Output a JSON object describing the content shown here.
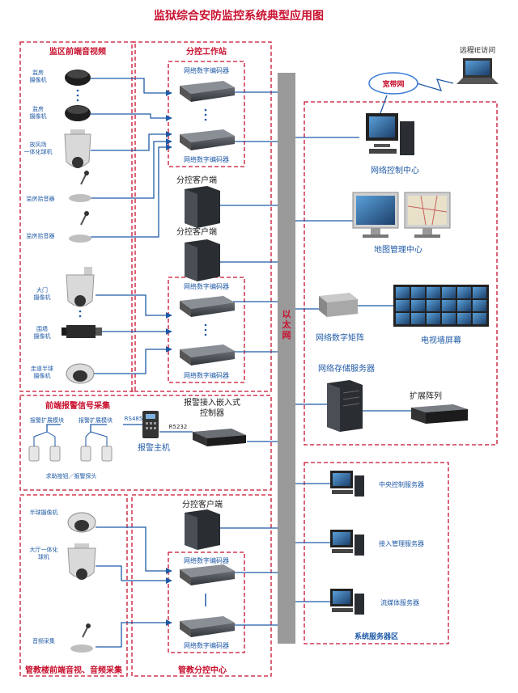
{
  "title": "监狱综合安防监控系统典型应用图",
  "ethernet_label": [
    "以",
    "太",
    "网"
  ],
  "zones": {
    "front_av": {
      "title": "监区前端音视频",
      "devices": [
        "监房\n摄像机",
        "监房\n摄像机",
        "放风场\n一体化球机",
        "监房拾音器",
        "监房拾音器",
        "大门\n摄像机",
        "围墙\n摄像机",
        "走道半球\n摄像机"
      ]
    },
    "sub_station": {
      "title": "分控工作站",
      "encoder": "网络数字编码器",
      "client": "分控客户端"
    },
    "alarm": {
      "title": "前端报警信号采集",
      "module": "报警扩展模块",
      "probe": "求助按钮／报警探头",
      "host": "报警主机",
      "rs485": "RS485",
      "rs232": "R5232",
      "controller": "报警接入嵌入式\n控制器"
    },
    "right": {
      "remote": "远程IE访问",
      "broadband": "宽带网",
      "ncc": "网络控制中心",
      "map": "地图管理中心",
      "matrix": "网络数字矩阵",
      "tvwall": "电视墙屏幕",
      "storage": "网络存储服务器",
      "array": "扩展阵列"
    },
    "servers": {
      "title": "系统服务器区",
      "items": [
        "中央控制服务器",
        "接入管理服务器",
        "流媒体服务器"
      ]
    },
    "bottom_front": {
      "title": "管教楼前端音视、音频采集",
      "devices": [
        "半球摄像机",
        "大厅一体化\n球机",
        "音频采集"
      ]
    },
    "bottom_center": {
      "title": "管教分控中心",
      "client": "分控客户端",
      "encoder": "网络数字编码器"
    }
  },
  "colors": {
    "zone_border": "#c8102e",
    "line": "#1f5aa6",
    "ethernet": "#9a9a9a"
  }
}
